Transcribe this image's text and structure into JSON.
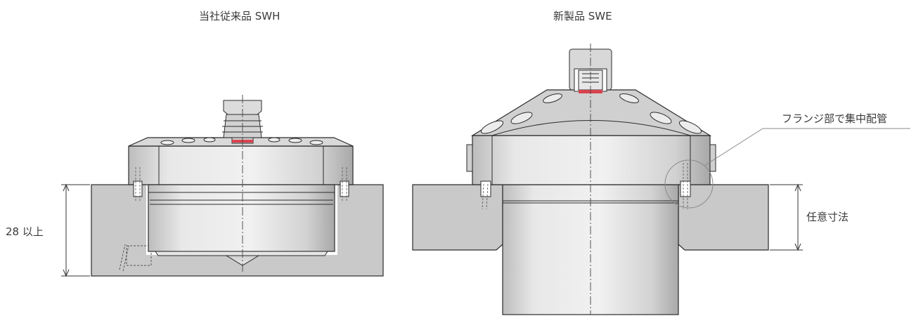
{
  "labels": {
    "left_title": "当社従来品 SWH",
    "right_title": "新製品 SWE",
    "left_dimension": "28 以上",
    "right_dimension": "任意寸法",
    "callout": "フランジ部で集中配管"
  },
  "colors": {
    "plate": "#c9c9c9",
    "body_light": "#e9e9e9",
    "body_mid": "#d6d6d6",
    "body_dark": "#a9a9a9",
    "outline": "#2b2b2b",
    "seal": "#d9434f",
    "callout_line": "#888888"
  }
}
